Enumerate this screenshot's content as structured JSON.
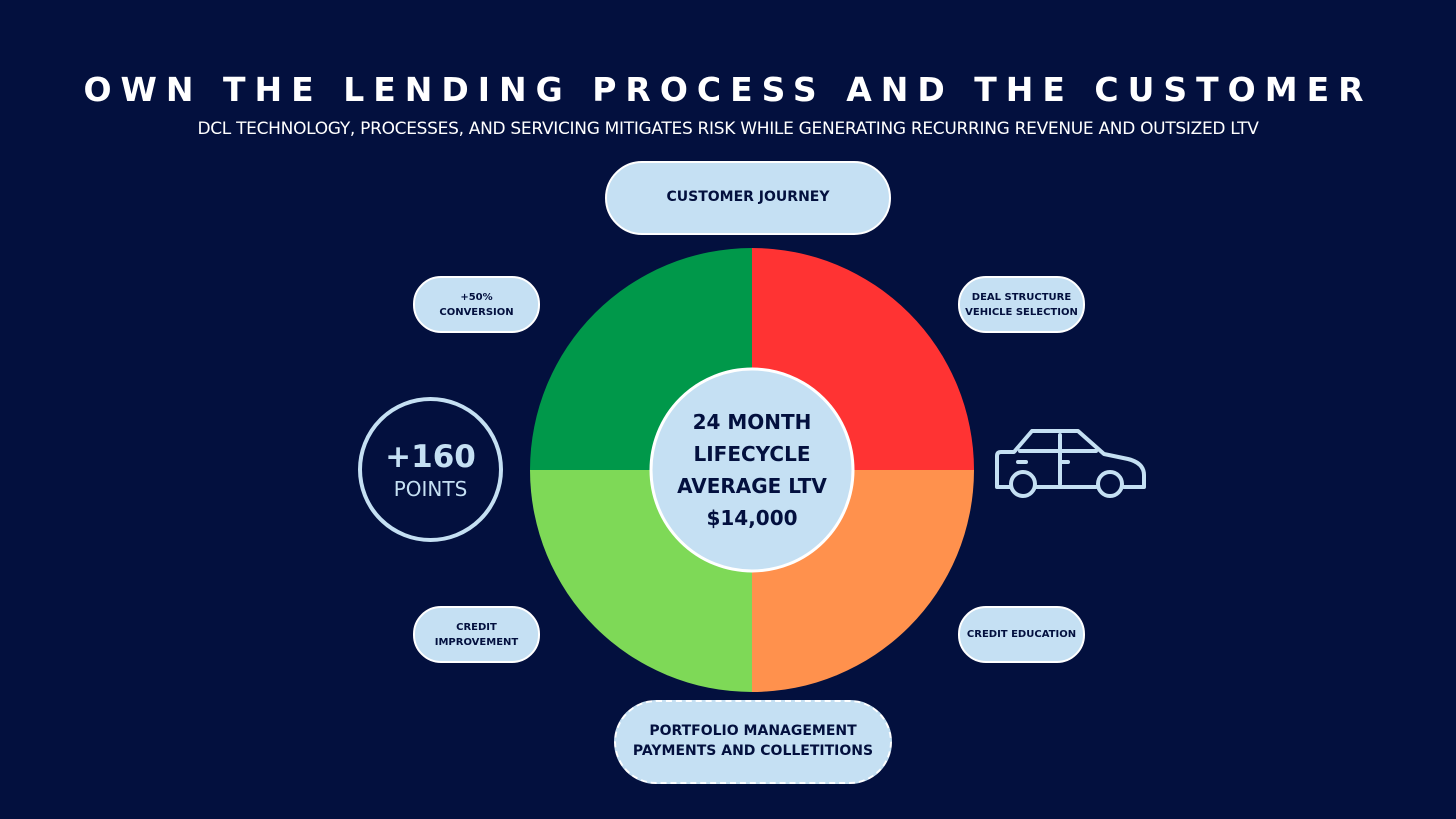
{
  "header": {
    "title": "OWN THE LENDING PROCESS AND THE CUSTOMER",
    "subtitle": "DCL TECHNOLOGY, PROCESSES, AND SERVICING MITIGATES RISK WHILE GENERATING RECURRING REVENUE AND OUTSIZED LTV"
  },
  "labels": {
    "top": "CUSTOMER JOURNEY",
    "upper_left": [
      "+50%",
      "CONVERSION"
    ],
    "upper_right": [
      "DEAL STRUCTURE",
      "VEHICLE SELECTION"
    ],
    "lower_left": [
      "CREDIT",
      "IMPROVEMENT"
    ],
    "lower_right": "CREDIT EDUCATION",
    "bottom": [
      "PORTFOLIO MANAGEMENT",
      "PAYMENTS AND COLLETITIONS"
    ]
  },
  "center": [
    "24 MONTH",
    "LIFECYCLE",
    "AVERAGE LTV",
    "$14,000"
  ],
  "points": {
    "value": "+160",
    "label": "POINTS"
  },
  "wheel": {
    "segments": [
      {
        "quadrant": "top-right",
        "color": "#ff3333"
      },
      {
        "quadrant": "bottom-right",
        "color": "#ff914d"
      },
      {
        "quadrant": "bottom-left",
        "color": "#7ed957"
      },
      {
        "quadrant": "top-left",
        "color": "#00984a"
      }
    ],
    "center_color": "#c5e0f3"
  },
  "colors": {
    "background": "#03103e",
    "pill": "#c5e0f3",
    "text_dark": "#03103e"
  },
  "icons": {
    "vehicle": "car-icon"
  }
}
